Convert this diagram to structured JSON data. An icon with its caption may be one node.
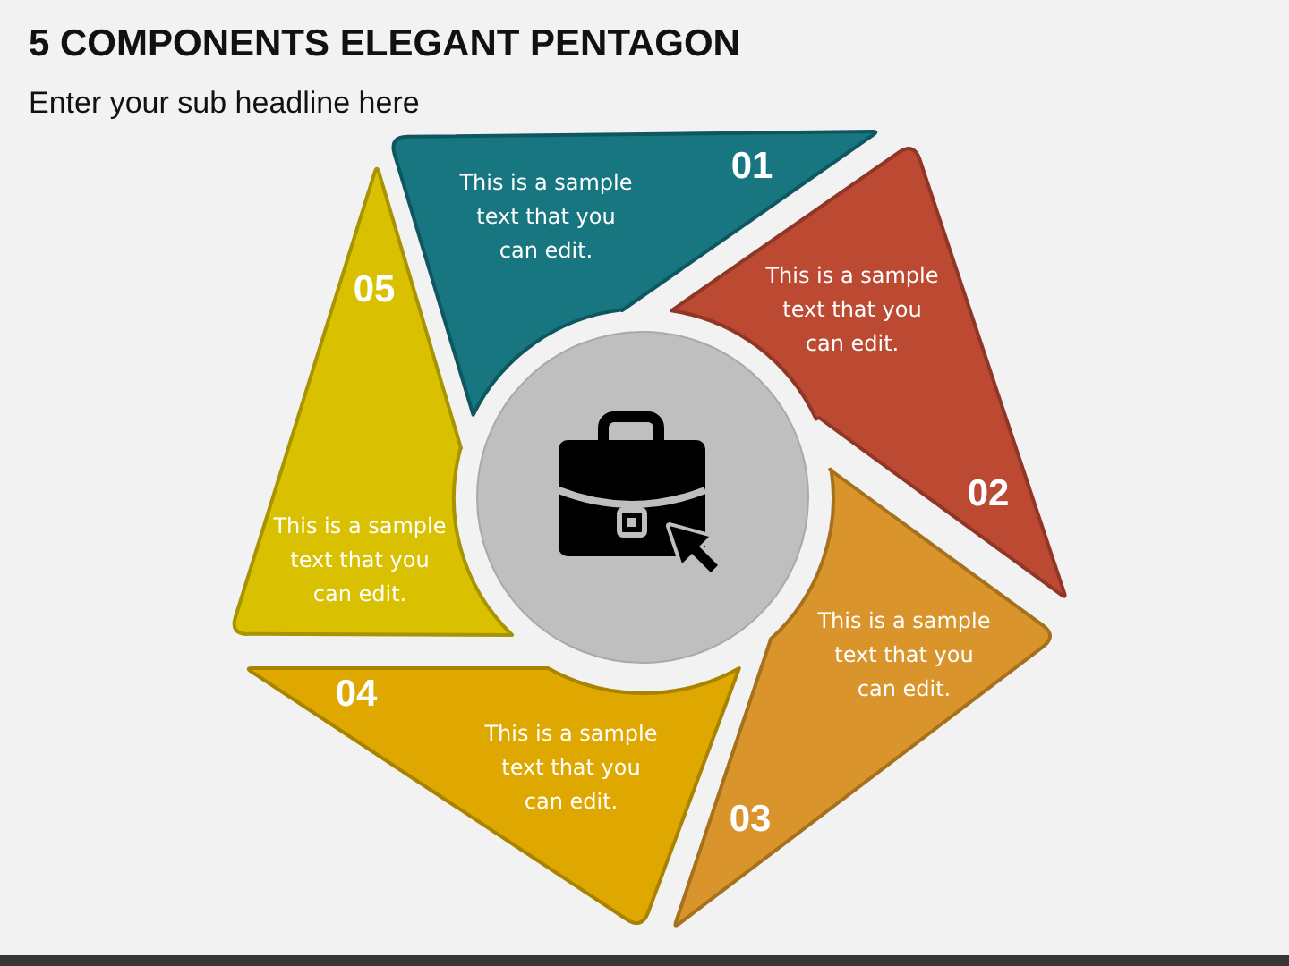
{
  "diagram": {
    "title": "5 COMPONENTS ELEGANT PENTAGON",
    "nodes": [
      {
        "text": [
          "01",
          "This is a sample text that you can edit."
        ]
      },
      {
        "text": [
          "02",
          "This is a sample text that you can edit."
        ]
      },
      {
        "text": [
          "03",
          "This is a sample text that you can edit."
        ]
      },
      {
        "text": [
          "04",
          "This is a sample text that you can edit."
        ]
      },
      {
        "text": [
          "05",
          "This is a sample text that you can edit."
        ]
      },
      {
        "text": [],
        "shape": "circle"
      }
    ],
    "labels": [
      "Enter your sub headline here"
    ]
  }
}
